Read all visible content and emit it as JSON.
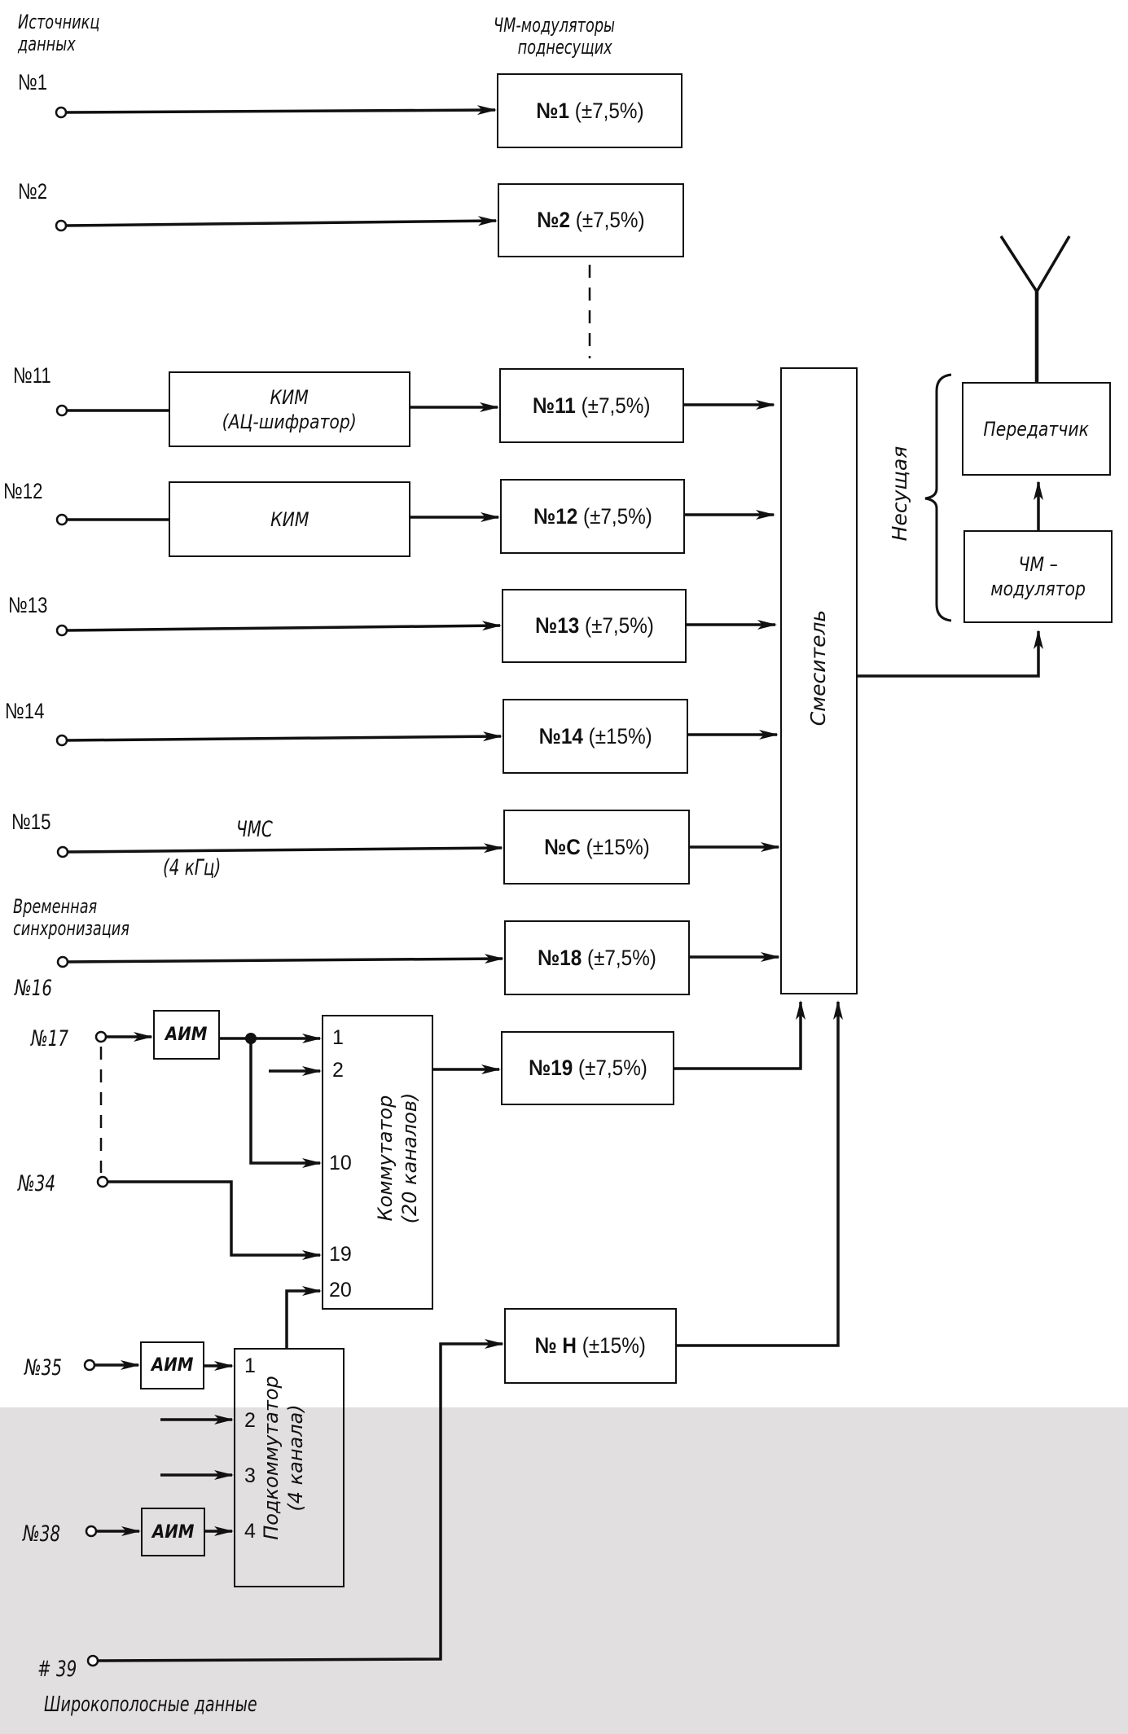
{
  "headers": {
    "sources_line1": "Источникц",
    "sources_line2": "данных",
    "modulators_line1": "ЧМ-модуляторы",
    "modulators_line2": "поднесущих"
  },
  "sources": [
    {
      "id": "s1",
      "label": "№1"
    },
    {
      "id": "s2",
      "label": "№2"
    },
    {
      "id": "s11",
      "label": "№11"
    },
    {
      "id": "s12",
      "label": "№12"
    },
    {
      "id": "s13",
      "label": "№13"
    },
    {
      "id": "s14",
      "label": "№14"
    },
    {
      "id": "s15",
      "label": "№15"
    },
    {
      "id": "s16",
      "label": "№16"
    },
    {
      "id": "s17",
      "label": "№17"
    },
    {
      "id": "s34",
      "label": "№34"
    },
    {
      "id": "s35",
      "label": "№35"
    },
    {
      "id": "s38",
      "label": "№38"
    },
    {
      "id": "s39",
      "label": "# 39"
    }
  ],
  "time_sync": {
    "line1": "Временная",
    "line2": "синхронизация"
  },
  "fms_line": {
    "top": "ЧМС",
    "bottom": "(4 кГц)"
  },
  "wideband_label": "Широкополосные     данные",
  "encoders": {
    "kim11_line1": "КИМ",
    "kim11_line2": "(АЦ-шифратор)",
    "kim12": "КИМ",
    "aim": "АИМ"
  },
  "subcarrier_modulators": [
    {
      "id": "m1",
      "num": "№1",
      "dev": "(±7,5%)"
    },
    {
      "id": "m2",
      "num": "№2",
      "dev": "(±7,5%)"
    },
    {
      "id": "m11",
      "num": "№11",
      "dev": "(±7,5%)"
    },
    {
      "id": "m12",
      "num": "№12",
      "dev": "(±7,5%)"
    },
    {
      "id": "m13",
      "num": "№13",
      "dev": "(±7,5%)"
    },
    {
      "id": "m14",
      "num": "№14",
      "dev": "(±15%)"
    },
    {
      "id": "mC",
      "num": "№C",
      "dev": "(±15%)"
    },
    {
      "id": "m18",
      "num": "№18",
      "dev": "(±7,5%)"
    },
    {
      "id": "m19",
      "num": "№19",
      "dev": "(±7,5%)"
    },
    {
      "id": "mH",
      "num": "№ Н",
      "dev": "(±15%)"
    }
  ],
  "commutator": {
    "line1": "Коммутатор",
    "line2": "(20 каналов)",
    "pins": [
      "1",
      "2",
      "10",
      "19",
      "20"
    ]
  },
  "subcommutator": {
    "line1": "Подкоммутатор",
    "line2": "(4 канала)",
    "pins": [
      "1",
      "2",
      "3",
      "4"
    ]
  },
  "mixer_label": "Смеситель",
  "carrier_label": "Несущая",
  "transmitter_label": "Передатчик",
  "fm_modulator": {
    "line1": "ЧМ –",
    "line2": "модулятор"
  },
  "colors": {
    "ink": "#111111",
    "paper": "#ffffff",
    "band": "#e2dfe0"
  }
}
